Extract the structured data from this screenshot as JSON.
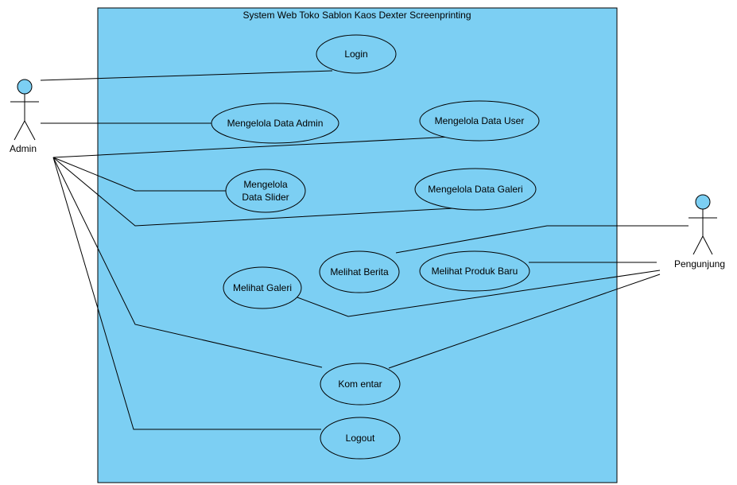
{
  "diagram": {
    "type": "use-case",
    "system": {
      "title": "System Web Toko Sablon Kaos Dexter Screenprinting",
      "fill_color": "#7ccff3",
      "border_color": "#000000"
    },
    "actors": {
      "admin": {
        "label": "Admin",
        "head_color": "#7ccff3"
      },
      "pengunjung": {
        "label": "Pengunjung",
        "head_color": "#7ccff3"
      }
    },
    "use_cases": {
      "login": {
        "label": "Login"
      },
      "mengelola_admin": {
        "label": "Mengelola Data Admin"
      },
      "mengelola_user": {
        "label": "Mengelola Data User"
      },
      "mengelola_slider": {
        "line1": "Mengelola",
        "line2": "Data Slider"
      },
      "mengelola_galeri": {
        "label": "Mengelola Data Galeri"
      },
      "melihat_berita": {
        "label": "Melihat Berita"
      },
      "melihat_produk_baru": {
        "label": "Melihat Produk Baru"
      },
      "melihat_galeri": {
        "label": "Melihat Galeri"
      },
      "komentar": {
        "label": "Kom entar"
      },
      "logout": {
        "label": "Logout"
      }
    },
    "associations": [
      {
        "from": "Admin",
        "to": "Login"
      },
      {
        "from": "Admin",
        "to": "Mengelola Data Admin"
      },
      {
        "from": "Admin",
        "to": "Mengelola Data User"
      },
      {
        "from": "Admin",
        "to": "Mengelola Data Slider"
      },
      {
        "from": "Admin",
        "to": "Mengelola Data Galeri"
      },
      {
        "from": "Admin",
        "to": "Komentar"
      },
      {
        "from": "Admin",
        "to": "Logout"
      },
      {
        "from": "Pengunjung",
        "to": "Melihat Berita"
      },
      {
        "from": "Pengunjung",
        "to": "Melihat Produk Baru"
      },
      {
        "from": "Pengunjung",
        "to": "Melihat Galeri"
      },
      {
        "from": "Pengunjung",
        "to": "Komentar"
      }
    ]
  }
}
